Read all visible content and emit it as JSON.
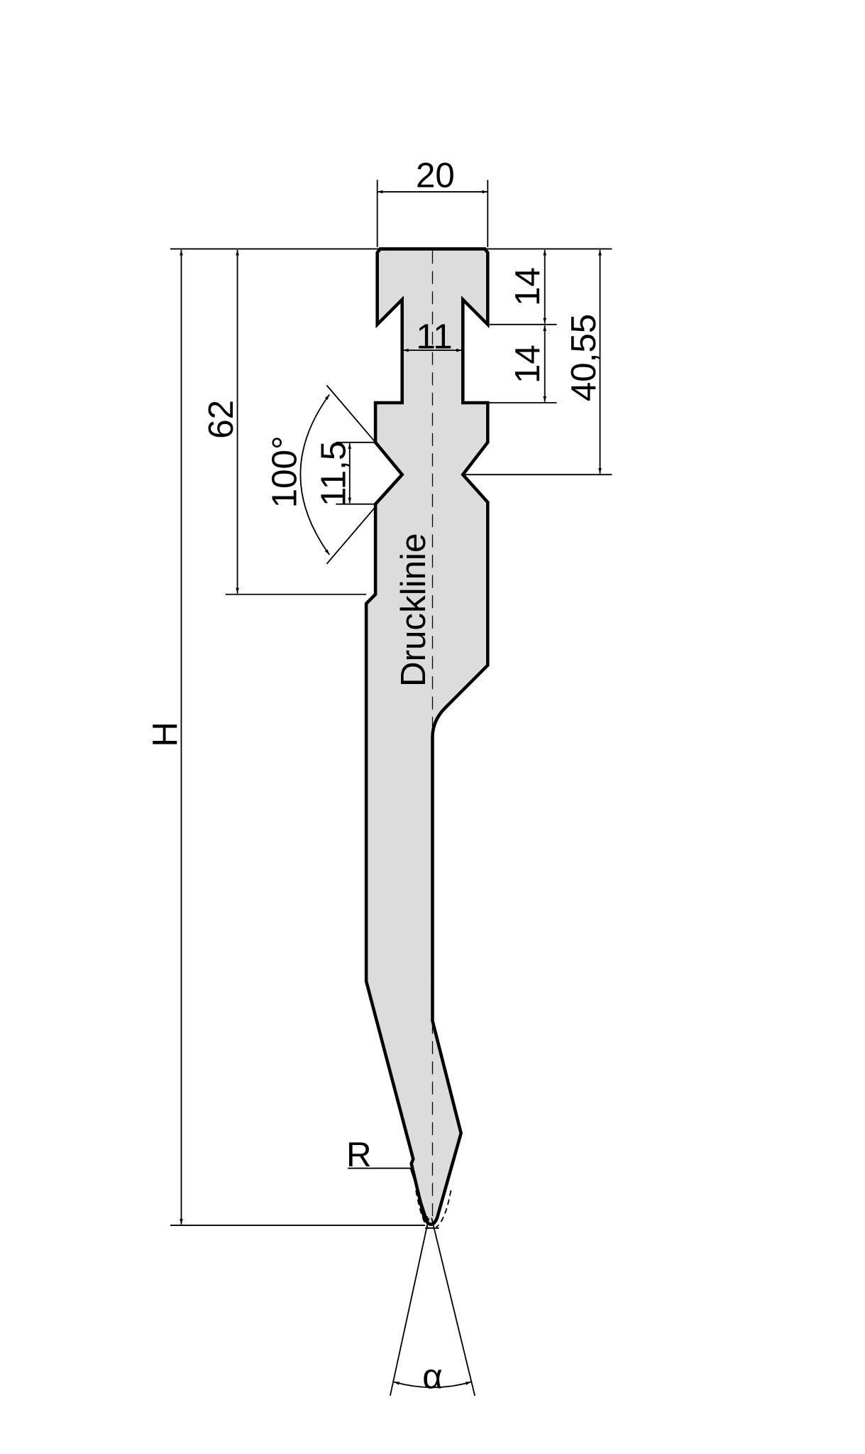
{
  "drawing": {
    "dimensions": {
      "top_width": "20",
      "neck_width": "11",
      "groove_depth_1": "14",
      "groove_depth_2": "14",
      "groove_position": "40,55",
      "shoulder_height": "62",
      "v_notch_height": "11,5",
      "v_notch_angle": "100°",
      "total_height": "H",
      "tip_radius": "R",
      "tip_angle": "α"
    },
    "label_pressure_line": "Drucklinie",
    "colors": {
      "profile_fill": "#dcdcdc",
      "line": "#000000"
    }
  }
}
